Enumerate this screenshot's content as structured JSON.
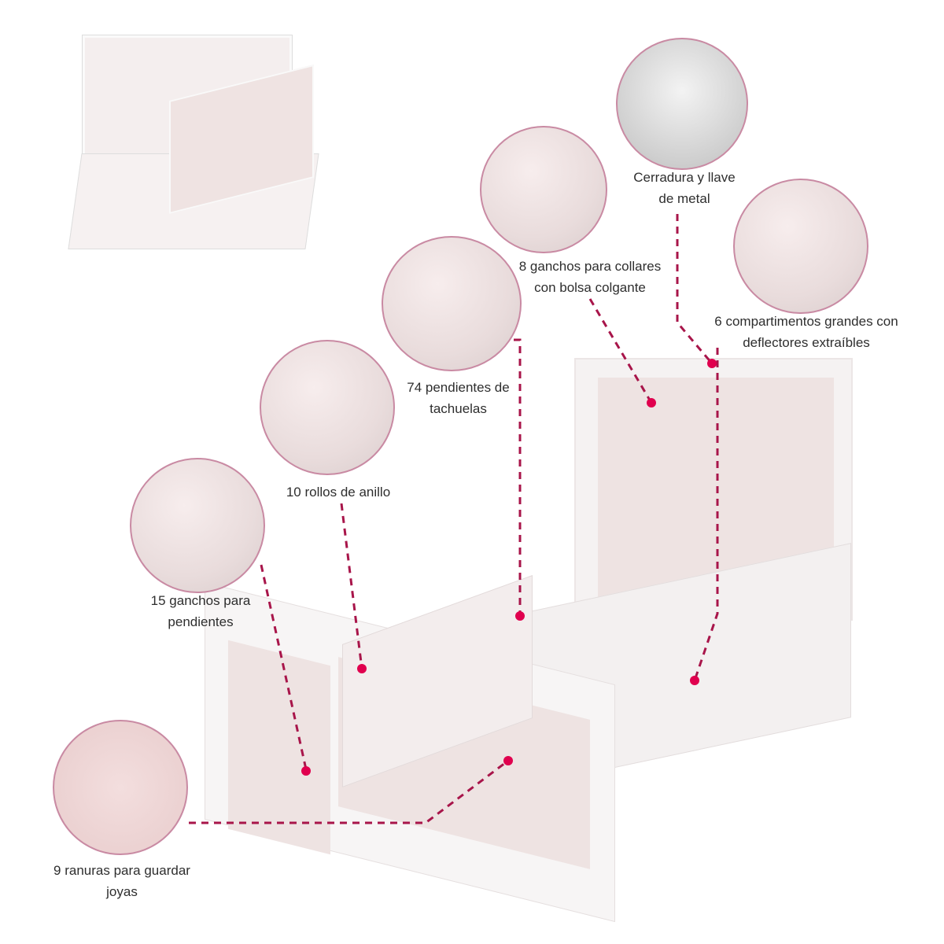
{
  "accent_color": "#a8154a",
  "dot_color": "#e0004e",
  "features": [
    {
      "id": "lock",
      "title": "Cerradura y llave",
      "line2": "de metal"
    },
    {
      "id": "necklace-hooks",
      "title": "8 ganchos para collares",
      "line2": "con bolsa colgante"
    },
    {
      "id": "compartments",
      "title": "6 compartimentos grandes con",
      "line2": "deflectores extraíbles"
    },
    {
      "id": "stud-earrings",
      "title": "74 pendientes de",
      "line2": "tachuelas"
    },
    {
      "id": "ring-rolls",
      "title": "10 rollos de anillo",
      "line2": ""
    },
    {
      "id": "earring-hooks",
      "title": "15 ganchos para",
      "line2": "pendientes"
    },
    {
      "id": "jewelry-slots",
      "title": "9 ranuras para guardar",
      "line2": "joyas"
    }
  ]
}
